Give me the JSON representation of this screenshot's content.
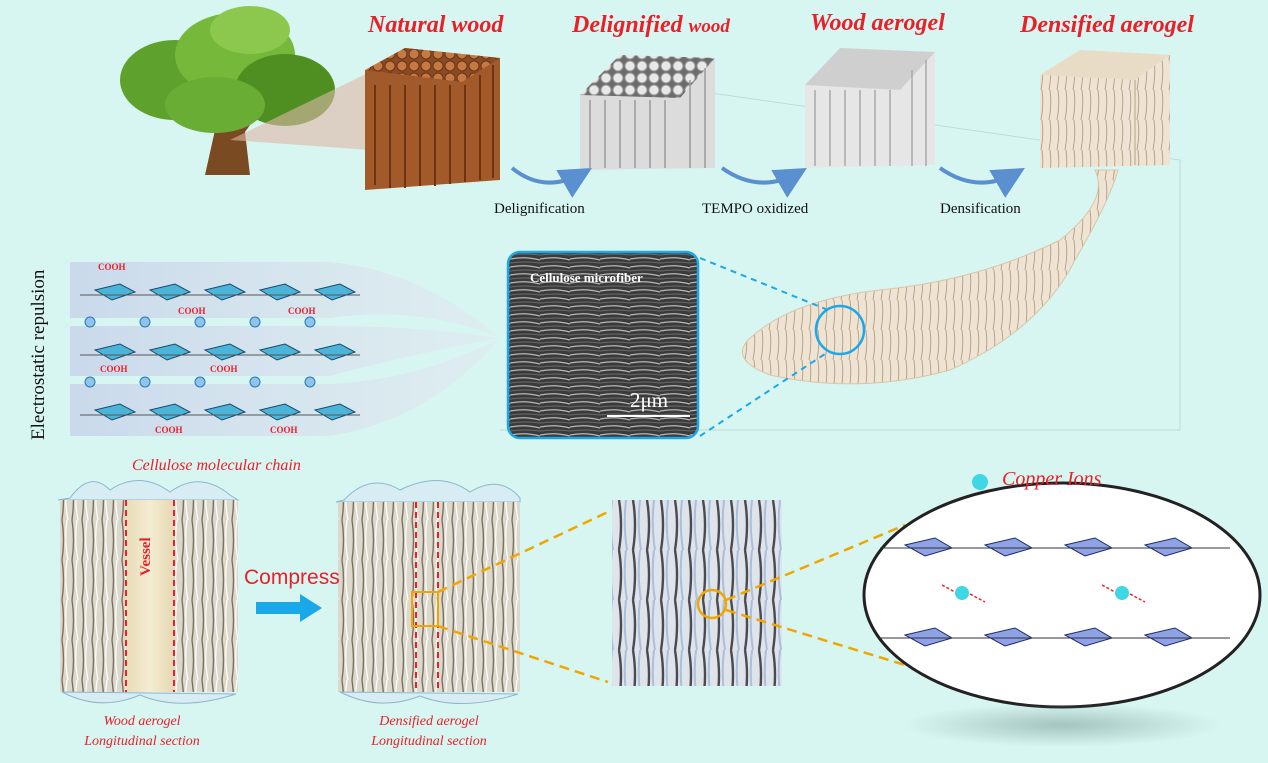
{
  "stages": {
    "natural": "Natural wood",
    "delignified_main": "Delignified",
    "delignified_sub": "wood",
    "aerogel": "Wood aerogel",
    "densified": "Densified aerogel"
  },
  "steps": {
    "delignification": "Delignification",
    "tempo": "TEMPO oxidized",
    "densification": "Densification"
  },
  "chain": {
    "side_label": "Electrostatic repulsion",
    "caption": "Cellulose molecular chain",
    "group": "COOH"
  },
  "sem": {
    "label": "Cellulose microfiber",
    "scale": "2μm"
  },
  "compress": "Compress",
  "vessel": "Vessel",
  "captions": {
    "wood_line1": "Wood aerogel",
    "wood_line2": "Longitudinal section",
    "dens_line1": "Densified aerogel",
    "dens_line2": "Longitudinal section"
  },
  "copper": "Copper Ions",
  "colors": {
    "accent_red": "#e8202a",
    "arrow_blue": "#1ba8e8",
    "guide_orange": "#f0a600",
    "ion_cyan": "#40d6e6",
    "ring_blue": "#5e9ec8"
  }
}
